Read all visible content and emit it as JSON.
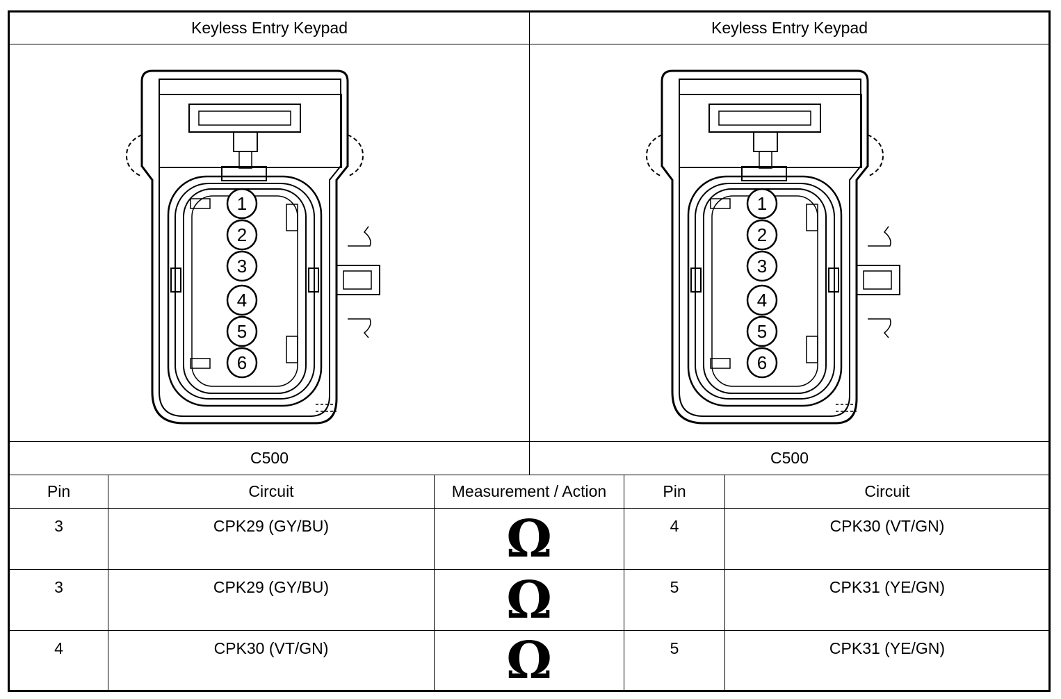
{
  "header": {
    "left_title": "Keyless Entry Keypad",
    "right_title": "Keyless Entry Keypad"
  },
  "connector": {
    "left_label": "C500",
    "right_label": "C500",
    "pins": [
      "1",
      "2",
      "3",
      "4",
      "5",
      "6"
    ]
  },
  "table": {
    "columns": [
      "Pin",
      "Circuit",
      "Measurement / Action",
      "Pin",
      "Circuit"
    ],
    "rows": [
      {
        "pin_a": "3",
        "circuit_a": "CPK29 (GY/BU)",
        "action": "Ω",
        "pin_b": "4",
        "circuit_b": "CPK30 (VT/GN)"
      },
      {
        "pin_a": "3",
        "circuit_a": "CPK29 (GY/BU)",
        "action": "Ω",
        "pin_b": "5",
        "circuit_b": "CPK31 (YE/GN)"
      },
      {
        "pin_a": "4",
        "circuit_a": "CPK30 (VT/GN)",
        "action": "Ω",
        "pin_b": "5",
        "circuit_b": "CPK31 (YE/GN)"
      }
    ]
  }
}
